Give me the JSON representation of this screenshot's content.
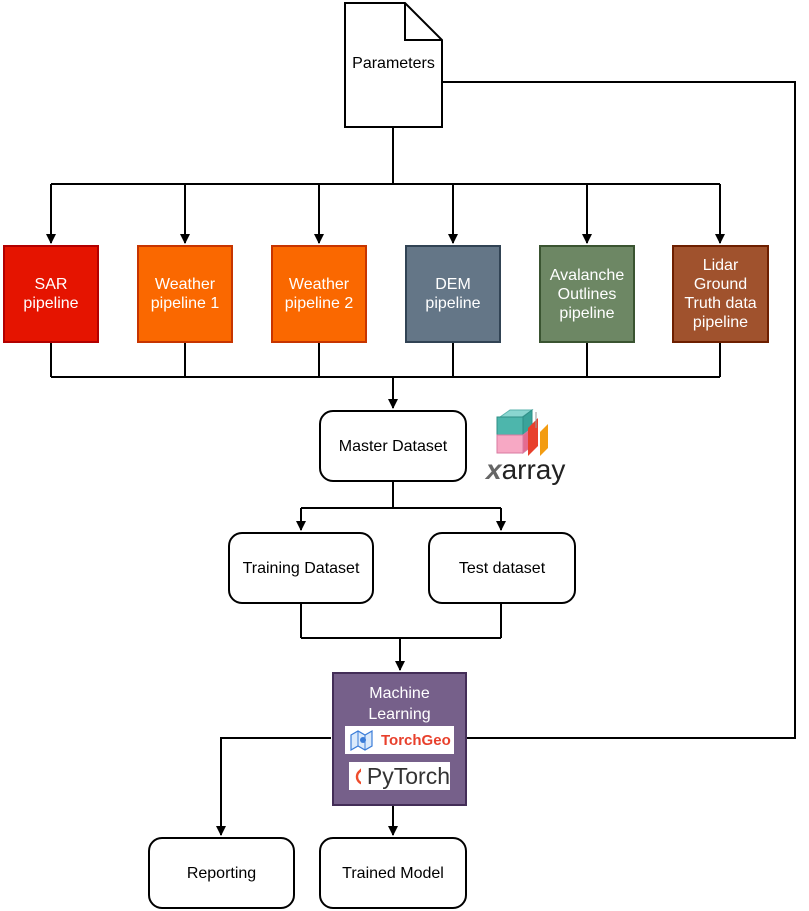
{
  "parameters": {
    "label": "Parameters"
  },
  "pipelines": [
    {
      "id": "sar",
      "label": "SAR\npipeline",
      "fill": "#e51400",
      "stroke": "#b20000"
    },
    {
      "id": "weather1",
      "label": "Weather\npipeline 1",
      "fill": "#fa6800",
      "stroke": "#c73500"
    },
    {
      "id": "weather2",
      "label": "Weather\npipeline 2",
      "fill": "#fa6800",
      "stroke": "#c73500"
    },
    {
      "id": "dem",
      "label": "DEM\npipeline",
      "fill": "#647687",
      "stroke": "#314354"
    },
    {
      "id": "avalanche",
      "label": "Avalanche\nOutlines\npipeline",
      "fill": "#6d8764",
      "stroke": "#3a5431"
    },
    {
      "id": "lidar",
      "label": "Lidar\nGround\nTruth data\npipeline",
      "fill": "#a0522d",
      "stroke": "#6d1f00"
    }
  ],
  "master": {
    "label": "Master Dataset"
  },
  "xarray": {
    "prefix": "x",
    "suffix": "array"
  },
  "training": {
    "label": "Training Dataset"
  },
  "test": {
    "label": "Test dataset"
  },
  "ml": {
    "title": "Machine\nLearning",
    "fill": "#76608a",
    "torchgeo": "TorchGeo",
    "pytorch": "PyTorch"
  },
  "reporting": {
    "label": "Reporting"
  },
  "trained": {
    "label": "Trained Model"
  }
}
